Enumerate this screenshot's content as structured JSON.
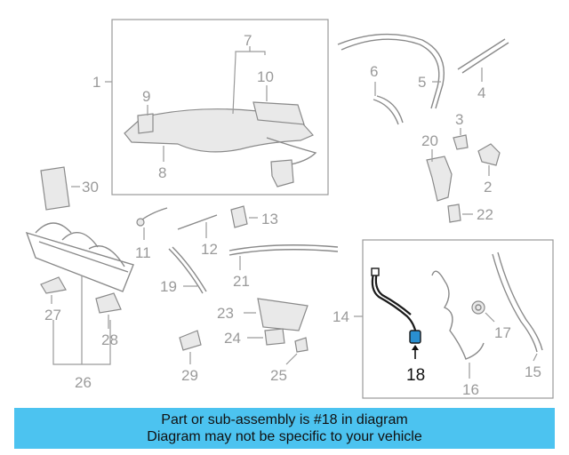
{
  "diagram": {
    "labels": {
      "l1": "1",
      "l2": "2",
      "l3": "3",
      "l4": "4",
      "l5": "5",
      "l6": "6",
      "l7": "7",
      "l8": "8",
      "l9": "9",
      "l10": "10",
      "l11": "11",
      "l12": "12",
      "l13": "13",
      "l14": "14",
      "l15": "15",
      "l16": "16",
      "l17": "17",
      "l18": "18",
      "l19": "19",
      "l20": "20",
      "l21": "21",
      "l22": "22",
      "l23": "23",
      "l24": "24",
      "l25": "25",
      "l26": "26",
      "l27": "27",
      "l28": "28",
      "l29": "29",
      "l30": "30"
    },
    "highlight_color": "#2a8fd0"
  },
  "banner": {
    "line1": "Part or sub-assembly is #18 in diagram",
    "line2": "Diagram may not be specific to your vehicle",
    "background": "#4cc3f0"
  }
}
